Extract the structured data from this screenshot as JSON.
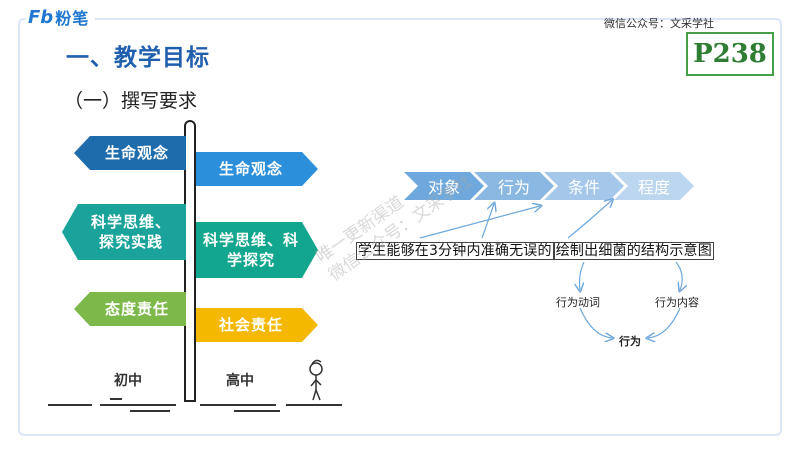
{
  "logo": {
    "mark": "Fb",
    "text": "粉笔"
  },
  "header": {
    "wechat": "微信公众号：文采学社",
    "page_number": "P238"
  },
  "title": "一、教学目标",
  "subtitle": "（一）撰写要求",
  "signpost": {
    "left_signs": [
      "生命观念",
      "科学思维、探究实践",
      "态度责任"
    ],
    "right_signs": [
      "生命观念",
      "科学思维、科学探究",
      "社会责任"
    ],
    "bottom_left": "初中",
    "bottom_right": "高中"
  },
  "process": {
    "steps": [
      "对象",
      "行为",
      "条件",
      "程度"
    ],
    "sentence": {
      "part1": "学生能够在3分钟内准确无误的",
      "part2": "绘制出细菌的结构示意图"
    },
    "labels": {
      "verb": "行为动词",
      "content": "行为内容",
      "behavior": "行为"
    }
  },
  "watermark": [
    "唯一更新渠道",
    "微信公众号：文采学社"
  ],
  "colors": {
    "title_blue": "#1f5fae",
    "sign_blue_dark": "#1e6cab",
    "sign_blue": "#2b8fdb",
    "sign_teal": "#1aa39a",
    "sign_green": "#7cb84a",
    "sign_yellow": "#f5b800",
    "badge_green": "#2e7d32"
  }
}
